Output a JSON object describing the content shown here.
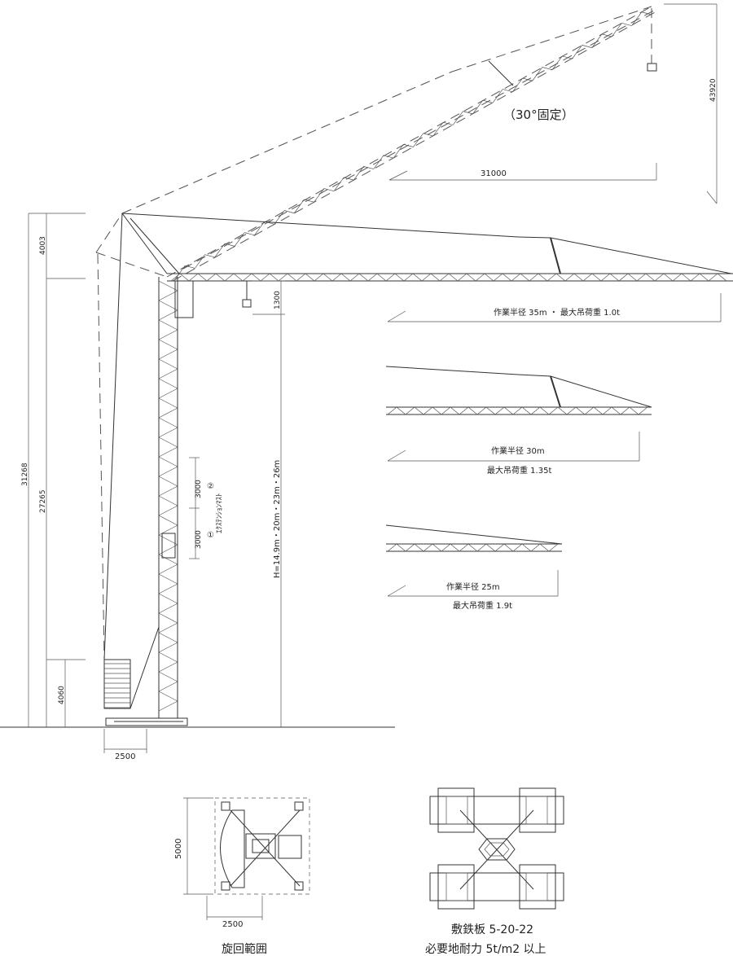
{
  "angle_note": "（30°固定）",
  "dims": {
    "d43920": "43920",
    "d31000": "31000",
    "d4003": "4003",
    "d31268": "31268",
    "d27265": "27265",
    "d1300": "1300",
    "d4060": "4060",
    "d2500": "2500",
    "d3000a": "3000",
    "d3000b": "3000",
    "circle1": "①",
    "circle2": "②",
    "height_label": "H=14.9m・20m・23m・26m",
    "ext_mast": "ｴｸｽﾃﾝｼｮﾝﾏｽﾄ",
    "plan_5000": "5000",
    "plan_2500": "2500"
  },
  "jibs": {
    "r35": {
      "text": "作業半径 35m ・ 最大吊荷重 1.0t"
    },
    "r30": {
      "radius": "作業半径 30m",
      "load": "最大吊荷重 1.35t"
    },
    "r25": {
      "radius": "作業半径 25m",
      "load": "最大吊荷重 1.9t"
    }
  },
  "captions": {
    "slewing": "旋回範囲",
    "plate_title": "敷鉄板 5-20-22",
    "plate_bearing": "必要地耐力 5t/m2 以上"
  }
}
